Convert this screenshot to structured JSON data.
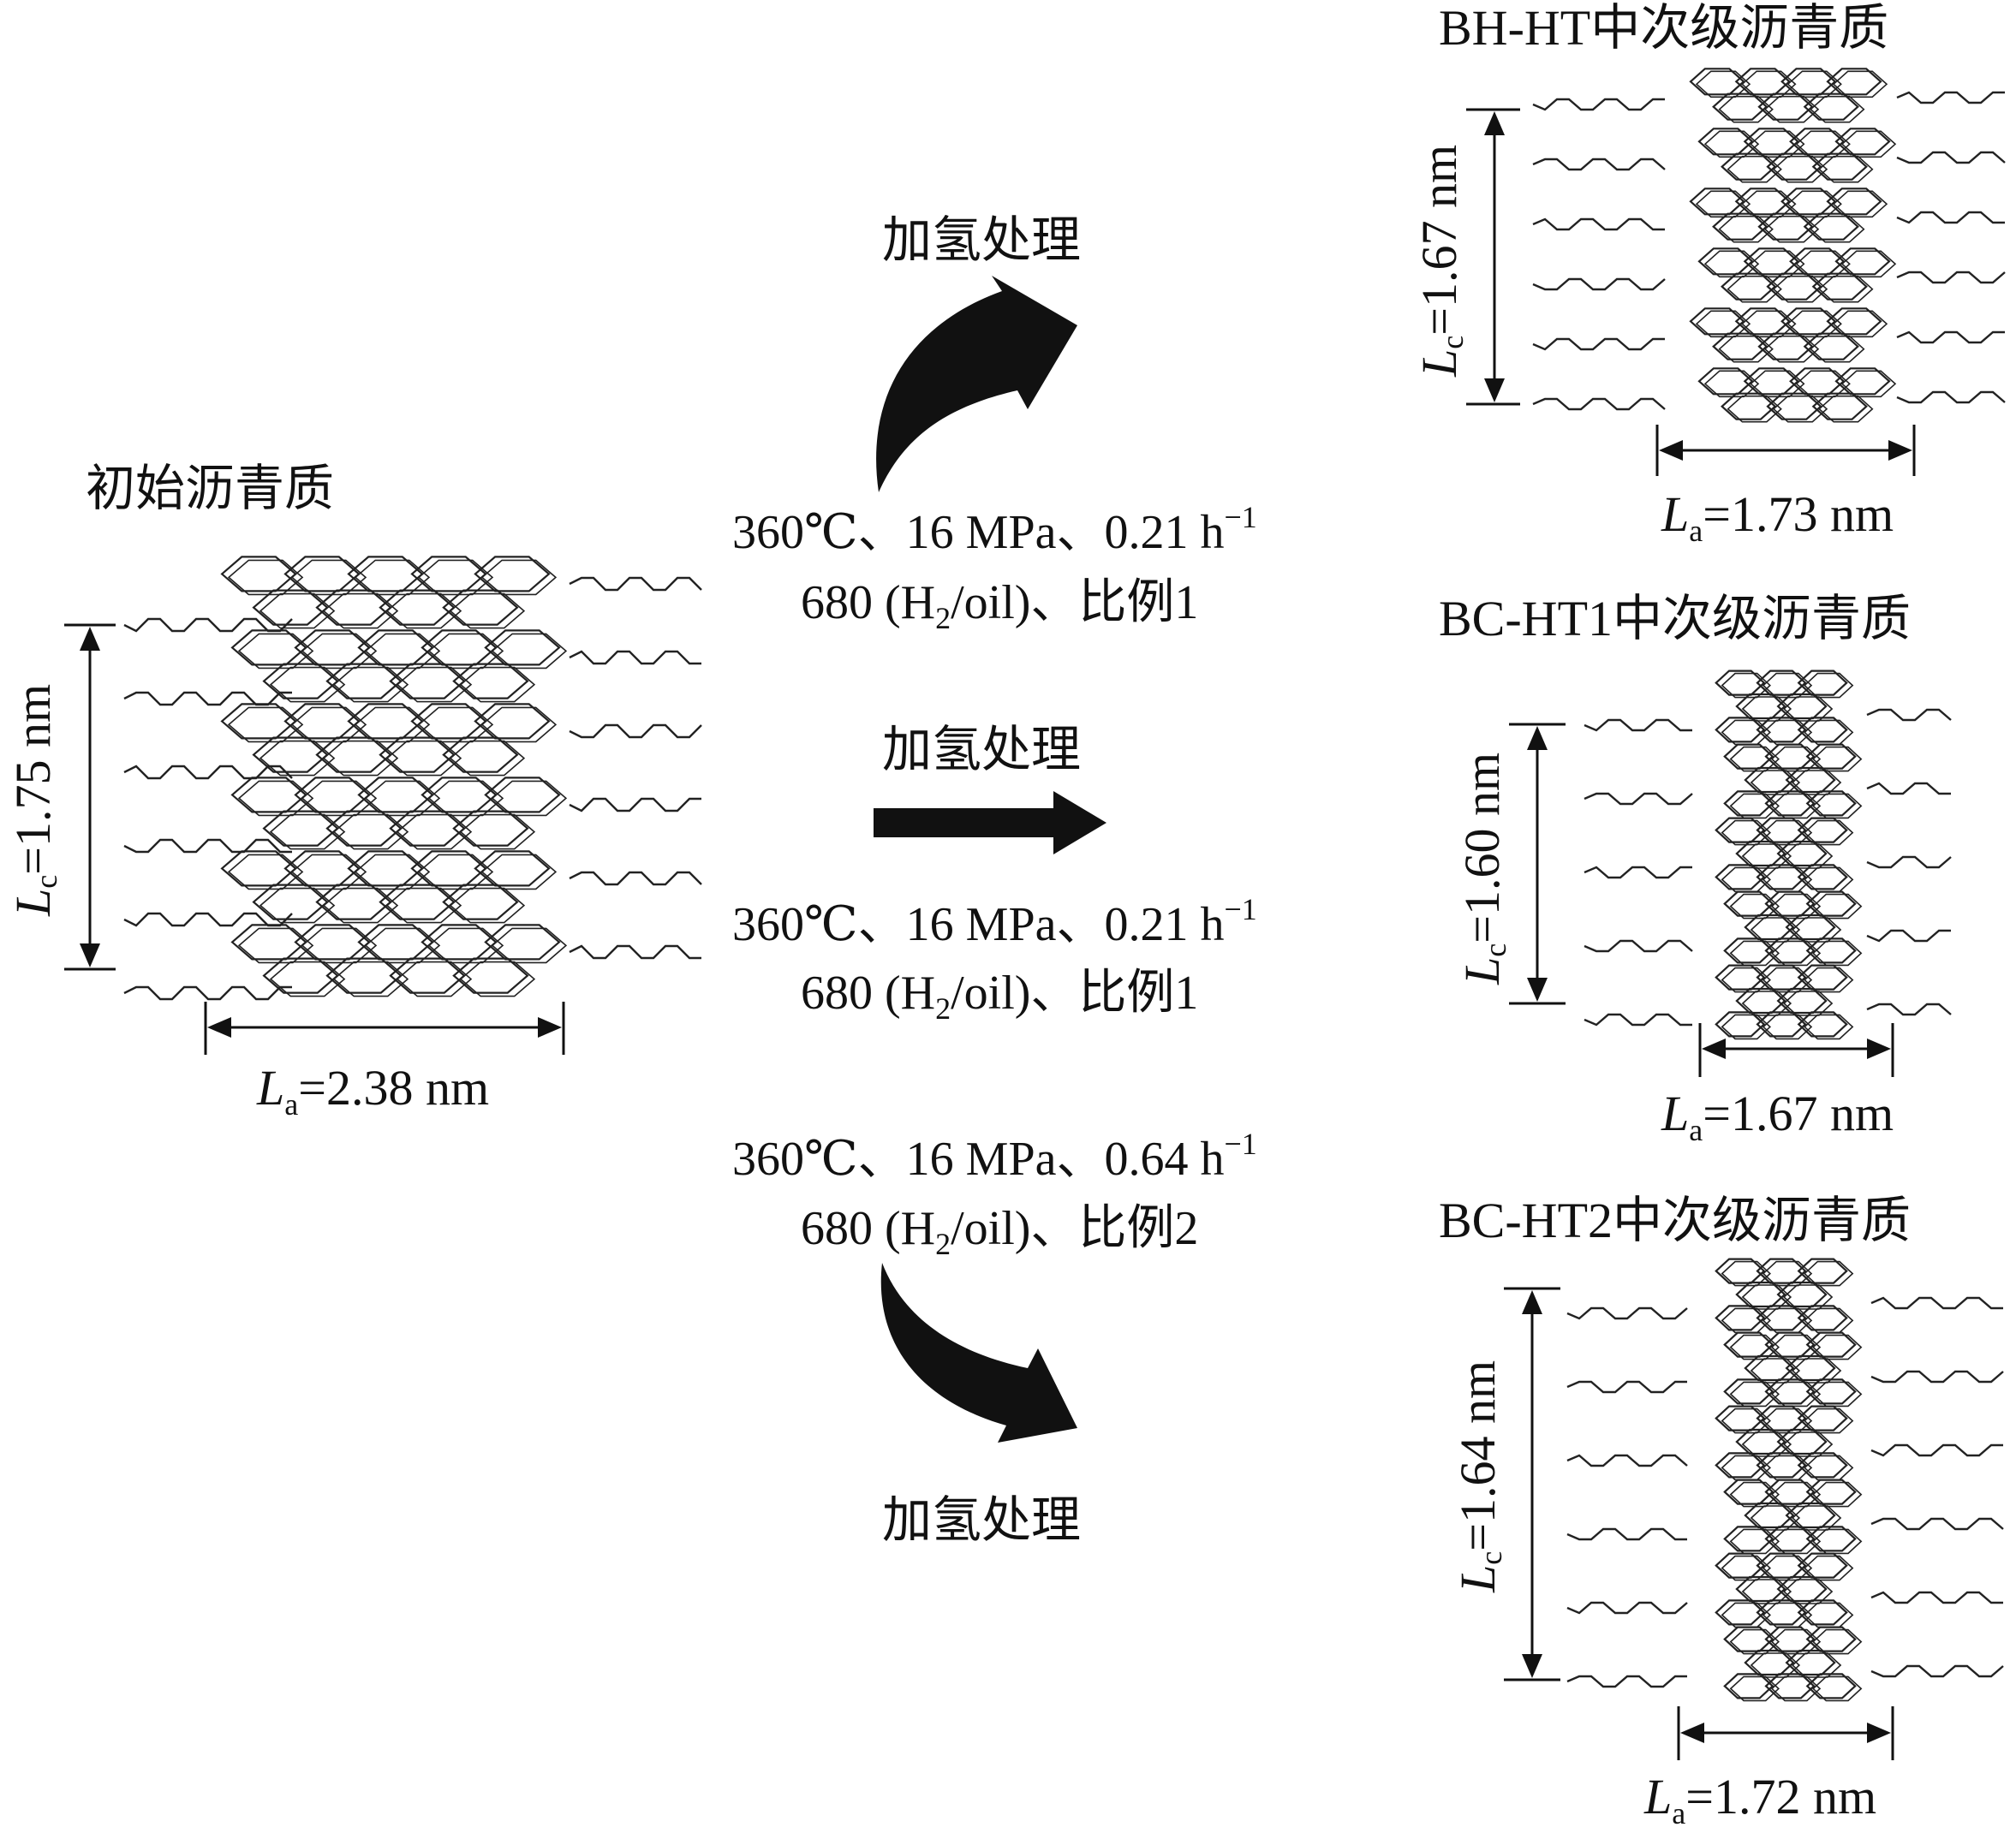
{
  "initial": {
    "title": "初始沥青质",
    "lc_symbol": "L",
    "lc_sub": "c",
    "lc_value": "=1.75 nm",
    "la_symbol": "L",
    "la_sub": "a",
    "la_value": "=2.38 nm"
  },
  "process": {
    "hydro_label": "加氢处理",
    "top": {
      "line1": "360℃、16 MPa、0.21 h",
      "line1_exp": "−1",
      "line2_a": "680 (H",
      "line2_sub": "2",
      "line2_b": "/oil)、比例1"
    },
    "middle": {
      "line1": "360℃、16 MPa、0.21 h",
      "line1_exp": "−1",
      "line2_a": "680 (H",
      "line2_sub": "2",
      "line2_b": "/oil)、比例1"
    },
    "bottom": {
      "line1": "360℃、16 MPa、0.64 h",
      "line1_exp": "−1",
      "line2_a": "680 (H",
      "line2_sub": "2",
      "line2_b": "/oil)、比例2"
    }
  },
  "products": [
    {
      "title": "BH-HT中次级沥青质",
      "lc_symbol": "L",
      "lc_sub": "c",
      "lc_value": "=1.67 nm",
      "la_symbol": "L",
      "la_sub": "a",
      "la_value": "=1.73 nm"
    },
    {
      "title": "BC-HT1中次级沥青质",
      "lc_symbol": "L",
      "lc_sub": "c",
      "lc_value": "=1.60 nm",
      "la_symbol": "L",
      "la_sub": "a",
      "la_value": "=1.67 nm"
    },
    {
      "title": "BC-HT2中次级沥青质",
      "lc_symbol": "L",
      "lc_sub": "c",
      "lc_value": "=1.64 nm",
      "la_symbol": "L",
      "la_sub": "a",
      "la_value": "=1.72 nm"
    }
  ]
}
